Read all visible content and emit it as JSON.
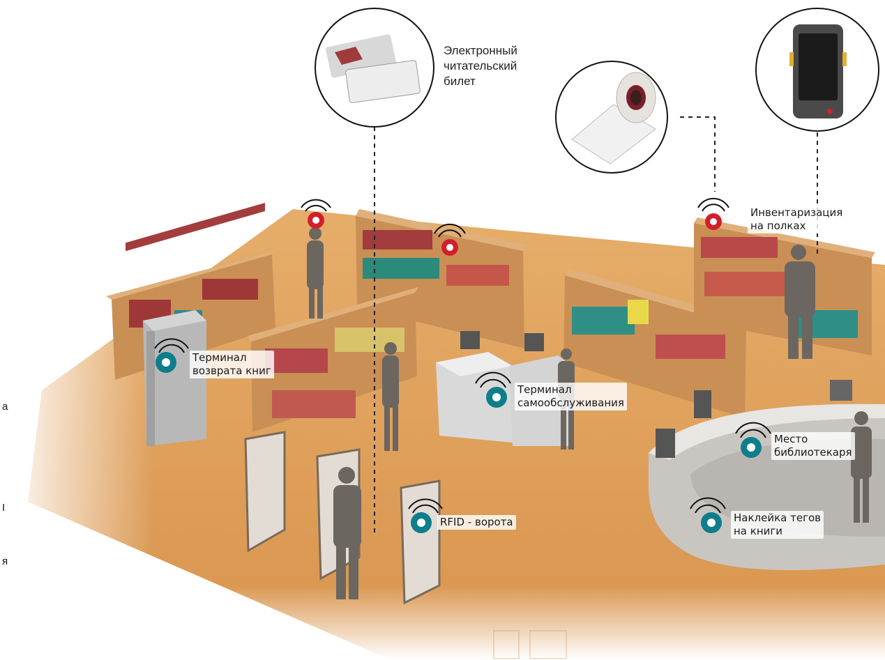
{
  "labels": {
    "reader_card": "Электронный\nчитательский\nбилет",
    "inventory": "Инвентаризация\nна полках",
    "return_terminal": "Терминал\nвозврата книг",
    "self_service": "Терминал\nсамообслуживания",
    "librarian": "Место\nбиблиотекаря",
    "rfid_gates": "RFID - ворота",
    "tag_labeling": "Наклейка тегов\nна книги"
  },
  "edge_fragments": [
    "а",
    "I",
    "я"
  ],
  "colors": {
    "floor": "#e0a25e",
    "floor_dark": "#c98a47",
    "shelf": "#c98f55",
    "rfid_red": "#d0202c",
    "rfid_teal": "#0e7d8c",
    "dashed": "#222222",
    "circle_stroke": "#111111"
  }
}
